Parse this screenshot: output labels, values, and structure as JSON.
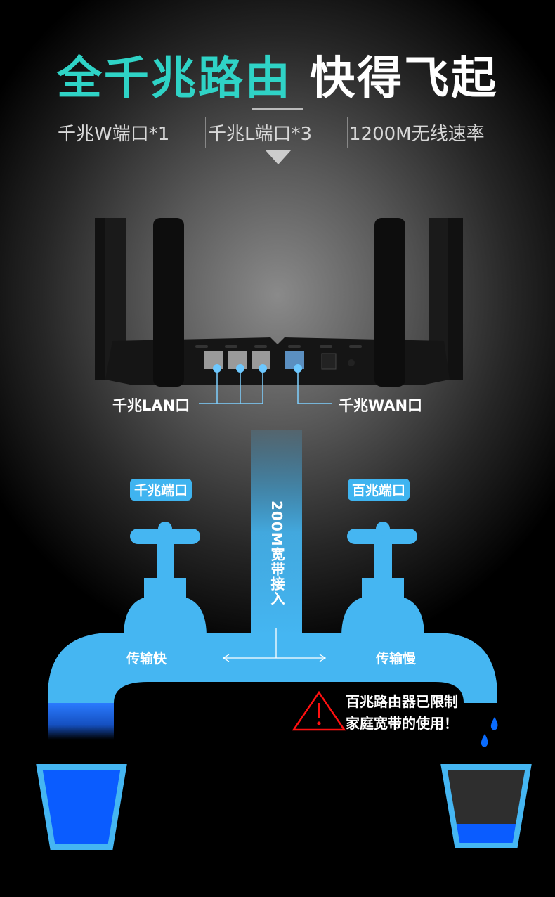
{
  "headline": {
    "highlight": "全千兆路由",
    "rest": "快得飞起"
  },
  "specs": [
    "千兆W端口*1",
    "千兆L端口*3",
    "1200M无线速率"
  ],
  "ports": {
    "lan_label": "千兆LAN口",
    "wan_label": "千兆WAN口"
  },
  "diagram": {
    "gigabit_tag": "千兆端口",
    "fast_ethernet_tag": "百兆端口",
    "broadband_label": "200M宽带接入",
    "fast_label": "传输快",
    "slow_label": "传输慢",
    "warning_line1": "百兆路由器已限制",
    "warning_line2": "家庭宽带的使用！"
  },
  "colors": {
    "accent": "#2fd3c6",
    "pipe": "#45b6f2",
    "water": "#0a5cff",
    "warning": "#ff1010"
  },
  "cups": {
    "left_fill_fraction": 1.0,
    "right_fill_fraction": 0.27
  }
}
